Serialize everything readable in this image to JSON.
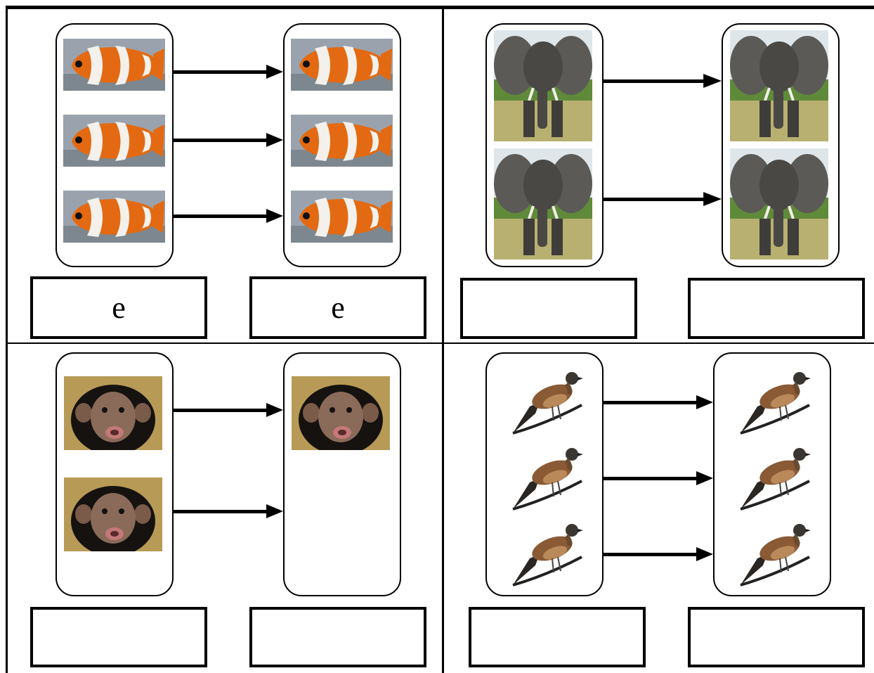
{
  "worksheet": {
    "panels": [
      {
        "id": "clownfish",
        "animal_icon": "clownfish-picture",
        "left_count": 3,
        "right_count": 3,
        "arrows": 3,
        "answers": {
          "left": "e",
          "right": "e"
        }
      },
      {
        "id": "elephant",
        "animal_icon": "elephant-picture",
        "left_count": 2,
        "right_count": 2,
        "arrows": 2,
        "answers": {
          "left": "",
          "right": ""
        }
      },
      {
        "id": "chimpanzee",
        "animal_icon": "chimpanzee-picture",
        "left_count": 2,
        "right_count": 1,
        "arrows": 2,
        "answers": {
          "left": "",
          "right": ""
        }
      },
      {
        "id": "bird",
        "animal_icon": "bird-picture",
        "left_count": 3,
        "right_count": 3,
        "arrows": 3,
        "answers": {
          "left": "",
          "right": ""
        }
      }
    ]
  },
  "colors": {
    "line": "#000000",
    "background": "#ffffff"
  }
}
